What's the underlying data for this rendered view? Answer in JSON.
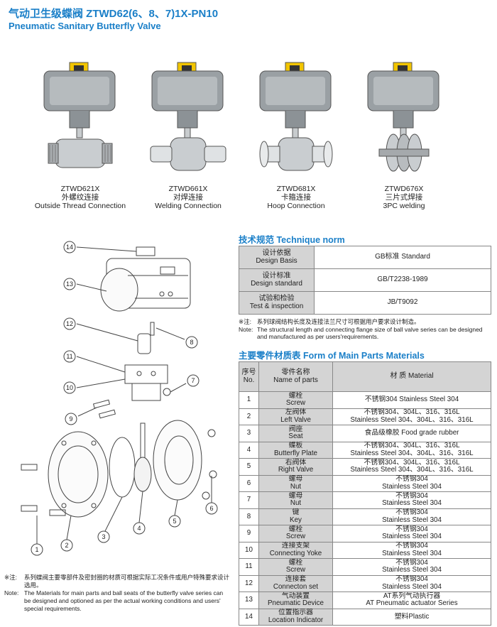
{
  "header": {
    "title_cn": "气动卫生级蝶阀  ZTWD62(6、8、7)1X-PN10",
    "title_en": "Pneumatic Sanitary  Butterfly Valve"
  },
  "products": [
    {
      "model": "ZTWD621X",
      "cn": "外螺纹连接",
      "en": "Outside Thread Connection"
    },
    {
      "model": "ZTWD661X",
      "cn": "对焊连接",
      "en": "Welding Connection"
    },
    {
      "model": "ZTWD681X",
      "cn": "卡箍连接",
      "en": "Hoop Connection"
    },
    {
      "model": "ZTWD676X",
      "cn": "三片式焊接",
      "en": "3PC welding"
    }
  ],
  "drawing": {
    "callouts": [
      "1",
      "2",
      "3",
      "4",
      "5",
      "6",
      "7",
      "8",
      "9",
      "10",
      "11",
      "12",
      "13",
      "14"
    ]
  },
  "left_note": {
    "cn_label": "※注:",
    "cn_text": "系列蝶阀主要零部件及密封圈的材质可根据实际工况条件或用户特殊要求设计选用。",
    "en_label": "Note:",
    "en_text": "The Materials for main parts and ball seats of the butterfly valve series can be designed and optioned as per the actual working conditions and users' special requirements."
  },
  "tech": {
    "title": "技术规范  Technique norm",
    "rows": [
      {
        "cn": "设计依据",
        "en": "Design Basis",
        "value": "GB标准 Standard"
      },
      {
        "cn": "设计标准",
        "en": "Design standard",
        "value": "GB/T2238-1989"
      },
      {
        "cn": "试验和检验",
        "en": "Test & inspection",
        "value": "JB/T9092"
      }
    ],
    "note_cn_label": "※注:",
    "note_cn": "系列球阀结构长度及连接法兰尺寸可根据用户要求设计制造。",
    "note_en_label": "Note:",
    "note_en": "The structural length and connecting flange size of ball valve series can be designed and manufactured as per users'requirements."
  },
  "parts": {
    "title": "主要零件材质表  Form of Main Parts Materials",
    "header": {
      "no_cn": "序号",
      "no_en": "No.",
      "name_cn": "零件名称",
      "name_en": "Name of parts",
      "material": "材 质 Material"
    },
    "rows": [
      {
        "no": "1",
        "cn": "螺栓",
        "en": "Screw",
        "m1": "不锈钢304 Stainless Steel 304",
        "m2": ""
      },
      {
        "no": "2",
        "cn": "左阀体",
        "en": "Left Valve",
        "m1": "不锈钢304、304L、316、316L",
        "m2": "Stainless Steel 304、304L、316、316L"
      },
      {
        "no": "3",
        "cn": "阀座",
        "en": "Seat",
        "m1": "食品级橡胶 Food grade rubber",
        "m2": ""
      },
      {
        "no": "4",
        "cn": "蝶板",
        "en": "Butterfly Plate",
        "m1": "不锈钢304、304L、316、316L",
        "m2": "Stainless Steel 304、304L、316、316L"
      },
      {
        "no": "5",
        "cn": "右阀体",
        "en": "Right Valve",
        "m1": "不锈钢304、304L、316、316L",
        "m2": "Stainless Steel 304、304L、316、316L"
      },
      {
        "no": "6",
        "cn": "螺母",
        "en": "Nut",
        "m1": "不锈钢304",
        "m2": "Stainless Steel 304"
      },
      {
        "no": "7",
        "cn": "螺母",
        "en": "Nut",
        "m1": "不锈钢304",
        "m2": "Stainless Steel 304"
      },
      {
        "no": "8",
        "cn": "键",
        "en": "Key",
        "m1": "不锈钢304",
        "m2": "Stainless Steel 304"
      },
      {
        "no": "9",
        "cn": "螺栓",
        "en": "Screw",
        "m1": "不锈钢304",
        "m2": "Stainless Steel 304"
      },
      {
        "no": "10",
        "cn": "连接支架",
        "en": "Connecting Yoke",
        "m1": "不锈钢304",
        "m2": "Stainless Steel 304"
      },
      {
        "no": "11",
        "cn": "螺栓",
        "en": "Screw",
        "m1": "不锈钢304",
        "m2": "Stainless Steel 304"
      },
      {
        "no": "12",
        "cn": "连接套",
        "en": "Connecton set",
        "m1": "不锈钢304",
        "m2": "Stainless Steel 304"
      },
      {
        "no": "13",
        "cn": "气动装置",
        "en": "Pneumatic Device",
        "m1": "AT系列气动执行器",
        "m2": "AT Pneumatic actuator Series"
      },
      {
        "no": "14",
        "cn": "位置指示器",
        "en": "Location Indicator",
        "m1": "塑料Plastic",
        "m2": ""
      }
    ]
  },
  "colors": {
    "accent": "#1a7fc8",
    "label_bg": "#d4d4d4",
    "indicator": "#f2c500"
  }
}
